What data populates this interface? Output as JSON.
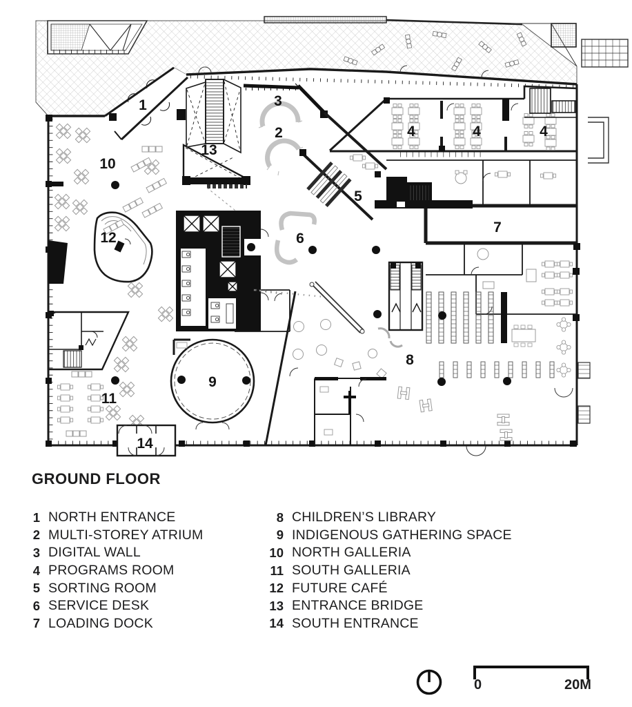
{
  "title": "GROUND FLOOR",
  "legend": {
    "items": [
      {
        "num": "1",
        "label": "NORTH ENTRANCE"
      },
      {
        "num": "2",
        "label": "MULTI-STOREY ATRIUM"
      },
      {
        "num": "3",
        "label": "DIGITAL WALL"
      },
      {
        "num": "4",
        "label": "PROGRAMS ROOM"
      },
      {
        "num": "5",
        "label": "SORTING ROOM"
      },
      {
        "num": "6",
        "label": "SERVICE DESK"
      },
      {
        "num": "7",
        "label": "LOADING DOCK"
      },
      {
        "num": "8",
        "label": "CHILDREN’S LIBRARY"
      },
      {
        "num": "9",
        "label": "INDIGENOUS GATHERING SPACE"
      },
      {
        "num": "10",
        "label": "NORTH GALLERIA"
      },
      {
        "num": "11",
        "label": "SOUTH GALLERIA"
      },
      {
        "num": "12",
        "label": "FUTURE CAFÉ"
      },
      {
        "num": "13",
        "label": "ENTRANCE BRIDGE"
      },
      {
        "num": "14",
        "label": "SOUTH ENTRANCE"
      }
    ]
  },
  "plan": {
    "labels": [
      {
        "t": "1"
      },
      {
        "t": "2"
      },
      {
        "t": "3"
      },
      {
        "t": "4"
      },
      {
        "t": "4"
      },
      {
        "t": "4"
      },
      {
        "t": "5"
      },
      {
        "t": "6"
      },
      {
        "t": "7"
      },
      {
        "t": "8"
      },
      {
        "t": "9"
      },
      {
        "t": "10"
      },
      {
        "t": "11"
      },
      {
        "t": "12"
      },
      {
        "t": "13"
      },
      {
        "t": "14"
      }
    ]
  },
  "scale_bar": {
    "start": "0",
    "end": "20M"
  },
  "colors": {
    "ink": "#1a1a1a",
    "furniture": "#9a9a9a",
    "hatch": "#cfcfcf"
  }
}
